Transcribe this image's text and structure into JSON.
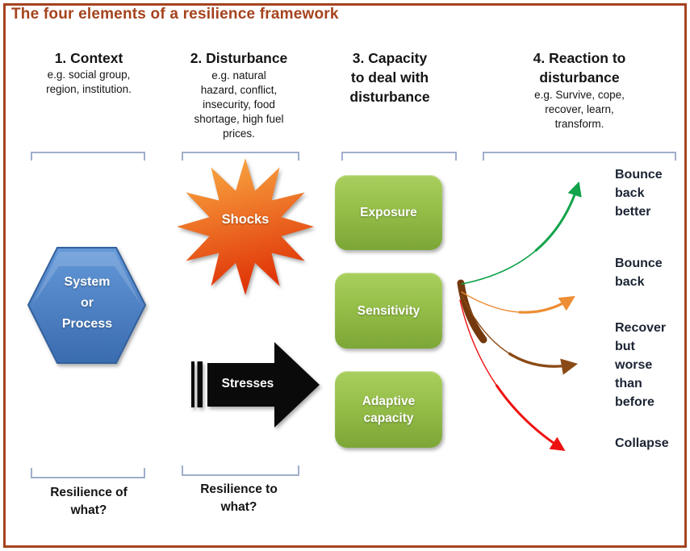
{
  "title": "The four elements of a resilience framework",
  "columns": [
    {
      "heading": "1. Context",
      "subtitle": "e.g. social group,\nregion, institution.",
      "footer": "Resilience of\nwhat?"
    },
    {
      "heading": "2. Disturbance",
      "subtitle": "e.g. natural\nhazard, conflict,\ninsecurity, food\nshortage, high fuel\nprices.",
      "footer": "Resilience to\nwhat?"
    },
    {
      "heading": "3. Capacity\nto deal with\ndisturbance"
    },
    {
      "heading": "4. Reaction to\ndisturbance",
      "subtitle": "e.g. Survive, cope,\nrecover, learn,\ntransform."
    }
  ],
  "context_shape": {
    "label": "System\nor\nProcess",
    "fill_top": "#6398D8",
    "fill_bottom": "#3A6CB0",
    "stroke": "#33619C"
  },
  "disturbance": {
    "shock_label": "Shocks",
    "shock_top": "#FBAF45",
    "shock_bottom": "#E03508",
    "stress_label": "Stresses",
    "stress_fill": "#0A0A0A"
  },
  "capacities": [
    {
      "label": "Exposure"
    },
    {
      "label": "Sensitivity"
    },
    {
      "label": "Adaptive\ncapacity"
    }
  ],
  "outcomes": [
    {
      "label": "Bounce\nback\nbetter",
      "arrow_color": "#12A34B"
    },
    {
      "label": "Bounce\nback",
      "arrow_color": "#ED8D34"
    },
    {
      "label": "Recover\nbut\nworse\nthan\nbefore",
      "arrow_color": "#8A4A16"
    },
    {
      "label": "Collapse",
      "arrow_color": "#EE1111"
    }
  ],
  "colors": {
    "frame": "#A5431D",
    "title_text": "#A5431D",
    "bracket": "#9FAECB",
    "capacity_top": "#A9CF5E",
    "capacity_bottom": "#7CA636",
    "origin_blob": "#73380D"
  }
}
